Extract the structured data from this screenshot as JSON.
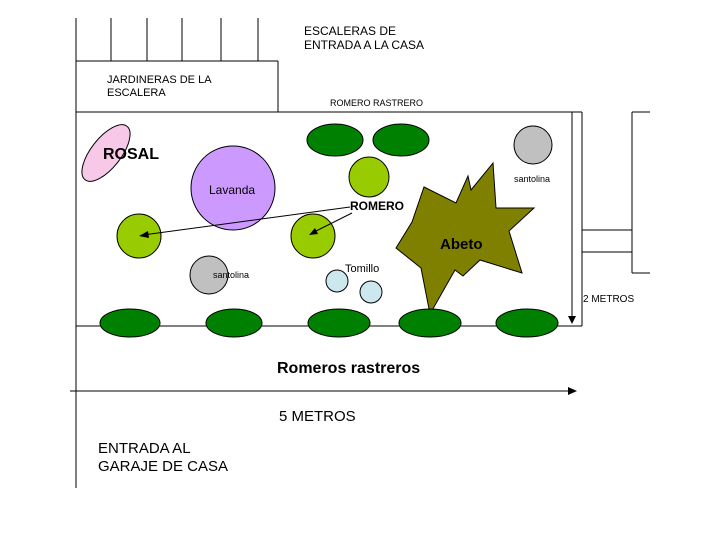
{
  "labels": {
    "escaleras": "ESCALERAS DE\nENTRADA A LA CASA",
    "jardineras": "JARDINERAS DE LA\nESCALERA",
    "romero_rastrero_top": "ROMERO RASTRERO",
    "rosal": "ROSAL",
    "lavanda": "Lavanda",
    "romero": "ROMERO",
    "santolina_right": "santolina",
    "santolina_left": "santolina",
    "tomillo": "Tomillo",
    "abeto": "Abeto",
    "dos_metros": "2 METROS",
    "romeros_rastreros": "Romeros rastreros",
    "cinco_metros": "5 METROS",
    "entrada_garaje": "ENTRADA AL\nGARAJE DE CASA"
  },
  "colors": {
    "rosal": "#f8c8e8",
    "lavanda": "#cc99ff",
    "romero": "#99cc00",
    "santolina": "#c0c0c0",
    "tomillo": "#cce8ee",
    "abeto": "#808000",
    "romero_rastrero": "#008000",
    "line": "#000000"
  }
}
